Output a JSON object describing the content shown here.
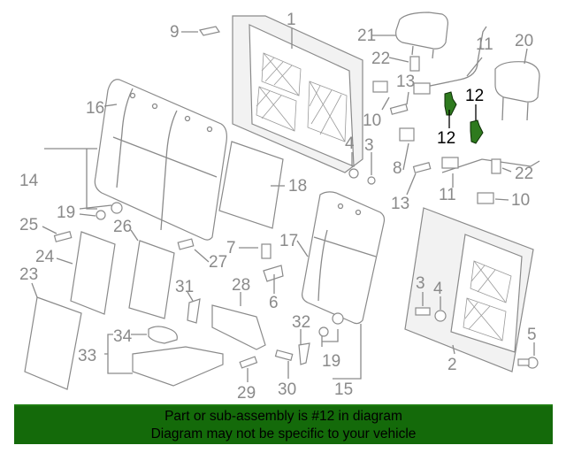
{
  "diagram": {
    "highlight_part": "12",
    "highlight_color": "#2e7a1e",
    "callouts": [
      {
        "id": "c1",
        "label": "1"
      },
      {
        "id": "c2",
        "label": "2"
      },
      {
        "id": "c3a",
        "label": "3"
      },
      {
        "id": "c3b",
        "label": "3"
      },
      {
        "id": "c4a",
        "label": "4"
      },
      {
        "id": "c4b",
        "label": "4"
      },
      {
        "id": "c5",
        "label": "5"
      },
      {
        "id": "c6",
        "label": "6"
      },
      {
        "id": "c7",
        "label": "7"
      },
      {
        "id": "c8",
        "label": "8"
      },
      {
        "id": "c9",
        "label": "9"
      },
      {
        "id": "c10a",
        "label": "10"
      },
      {
        "id": "c10b",
        "label": "10"
      },
      {
        "id": "c11a",
        "label": "11"
      },
      {
        "id": "c11b",
        "label": "11"
      },
      {
        "id": "c12a",
        "label": "12"
      },
      {
        "id": "c12b",
        "label": "12"
      },
      {
        "id": "c13a",
        "label": "13"
      },
      {
        "id": "c13b",
        "label": "13"
      },
      {
        "id": "c14",
        "label": "14"
      },
      {
        "id": "c15",
        "label": "15"
      },
      {
        "id": "c16",
        "label": "16"
      },
      {
        "id": "c17",
        "label": "17"
      },
      {
        "id": "c18",
        "label": "18"
      },
      {
        "id": "c19a",
        "label": "19"
      },
      {
        "id": "c19b",
        "label": "19"
      },
      {
        "id": "c20",
        "label": "20"
      },
      {
        "id": "c21",
        "label": "21"
      },
      {
        "id": "c22a",
        "label": "22"
      },
      {
        "id": "c22b",
        "label": "22"
      },
      {
        "id": "c23",
        "label": "23"
      },
      {
        "id": "c24",
        "label": "24"
      },
      {
        "id": "c25",
        "label": "25"
      },
      {
        "id": "c26",
        "label": "26"
      },
      {
        "id": "c27",
        "label": "27"
      },
      {
        "id": "c28",
        "label": "28"
      },
      {
        "id": "c29",
        "label": "29"
      },
      {
        "id": "c30",
        "label": "30"
      },
      {
        "id": "c31",
        "label": "31"
      },
      {
        "id": "c32",
        "label": "32"
      },
      {
        "id": "c33",
        "label": "33"
      },
      {
        "id": "c34",
        "label": "34"
      }
    ]
  },
  "banner": {
    "line1": "Part or sub-assembly is #12 in diagram",
    "line2": "Diagram may not be specific to your vehicle",
    "background": "#146a0a"
  }
}
